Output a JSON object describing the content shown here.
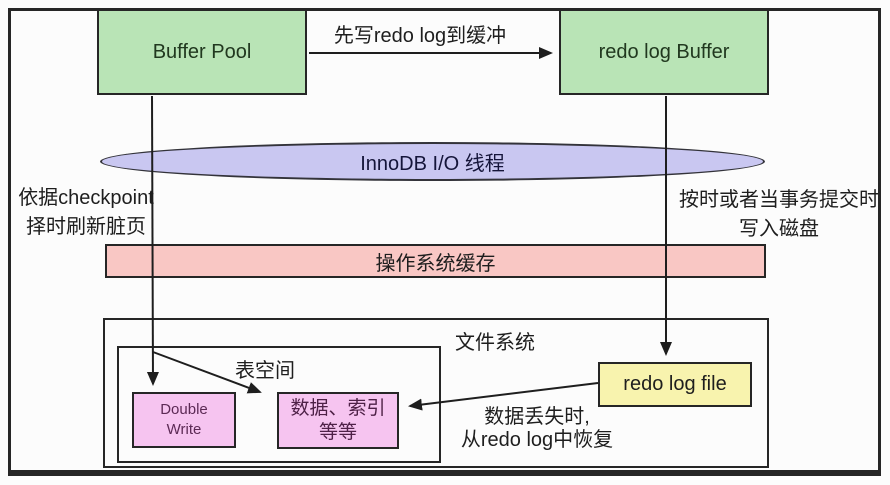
{
  "diagram_title": "InnoDB redo log write flow",
  "colors": {
    "green_box": "#b9e4b6",
    "ellipse_fill": "#c9c7f1",
    "pink_bar": "#f9c7c4",
    "magenta_box": "#f6c4f0",
    "yellow_box": "#f8f3ae",
    "border": "#262626",
    "text": "#1e1e1e"
  },
  "nodes": {
    "buffer_pool": "Buffer Pool",
    "redo_log_buffer": "redo log Buffer",
    "innodb_io_thread": "InnoDB I/O 线程",
    "os_cache": "操作系统缓存",
    "file_system": "文件系统",
    "tablespace": "表空间",
    "double_write": {
      "line1": "Double",
      "line2": "Write"
    },
    "data_index": {
      "line1": "数据、索引",
      "line2": "等等"
    },
    "redo_log_file": "redo log file"
  },
  "edge_labels": {
    "to_redo_buffer": "先写redo log到缓冲",
    "checkpoint": {
      "line1": "依据checkpoint",
      "line2": "择时刷新脏页"
    },
    "write_disk": {
      "line1": "按时或者当事务提交时",
      "line2": "写入磁盘"
    },
    "recover": {
      "line1": "数据丢失时,",
      "line2": "从redo log中恢复"
    }
  }
}
